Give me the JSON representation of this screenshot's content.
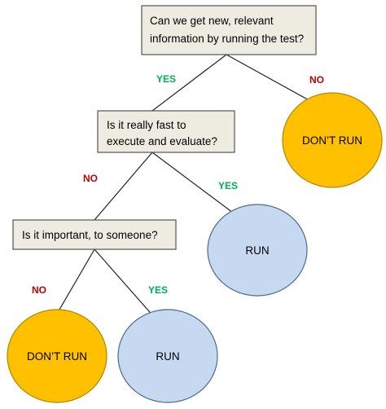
{
  "nodes": {
    "q1": {
      "lines": [
        "Can we get new, relevant",
        "information by running  the test?"
      ]
    },
    "q2": {
      "lines": [
        "Is it really fast to",
        "execute and evaluate?"
      ]
    },
    "q3": {
      "lines": [
        "Is it important,  to someone?"
      ]
    },
    "out_q1_no": {
      "label": "DON’T RUN"
    },
    "out_q2_yes": {
      "label": "RUN"
    },
    "out_q3_no": {
      "label": "DON’T RUN"
    },
    "out_q3_yes": {
      "label": "RUN"
    }
  },
  "edges": {
    "q1_yes": "YES",
    "q1_no": "NO",
    "q2_no": "NO",
    "q2_yes": "YES",
    "q3_no": "NO",
    "q3_yes": "YES"
  },
  "colors": {
    "question_fill": "#EEECE1",
    "question_stroke": "#555555",
    "dont_run_fill": "#FFC000",
    "dont_run_stroke": "#B38600",
    "run_fill": "#C6D9F1",
    "run_stroke": "#4F6B8A",
    "yes_color": "#00B050",
    "no_color": "#C00000",
    "line_color": "#222222"
  }
}
